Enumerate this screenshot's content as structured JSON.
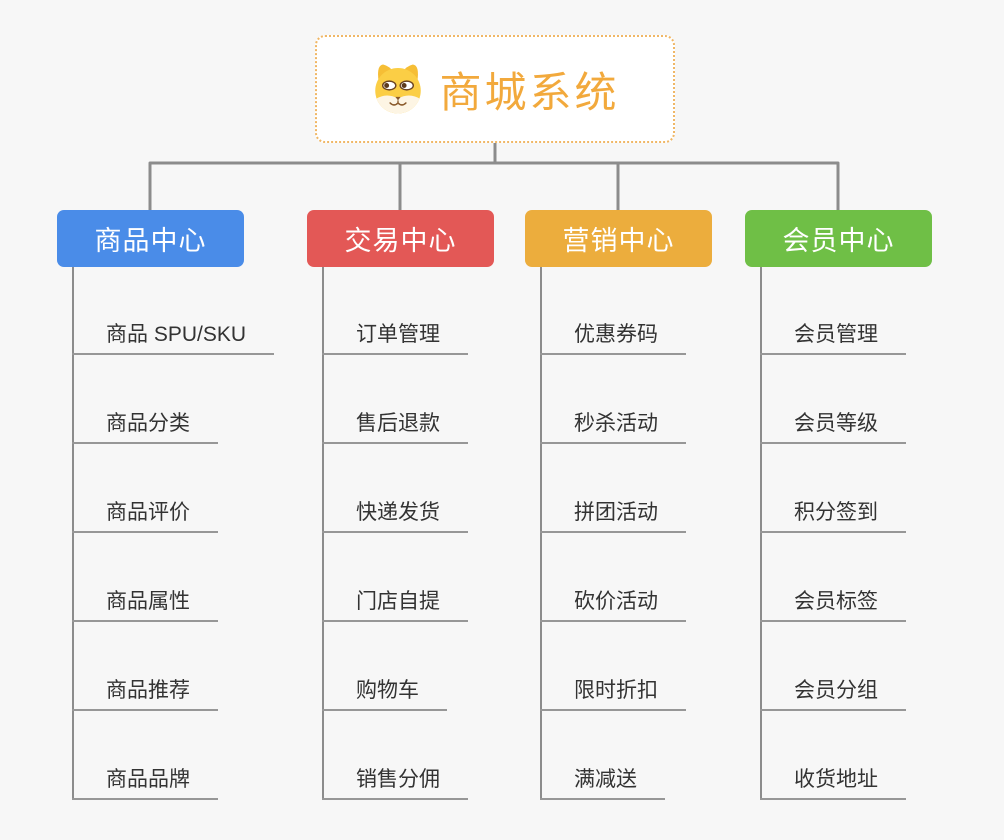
{
  "root": {
    "title": "商城系统",
    "icon": "dog-face-icon"
  },
  "colors": {
    "background": "#F7F7F7",
    "connector_line": "#8C8C8C",
    "item_underline": "#979797",
    "item_text": "#333333",
    "root_title": "#F2A93C",
    "root_border": "#F0B766",
    "node_text": "#FFFFFF"
  },
  "branches": [
    {
      "label": "商品中心",
      "color": "#4A8CE8",
      "items": [
        "商品 SPU/SKU",
        "商品分类",
        "商品评价",
        "商品属性",
        "商品推荐",
        "商品品牌"
      ]
    },
    {
      "label": "交易中心",
      "color": "#E35856",
      "items": [
        "订单管理",
        "售后退款",
        "快递发货",
        "门店自提",
        "购物车",
        "销售分佣"
      ]
    },
    {
      "label": "营销中心",
      "color": "#ECAD3D",
      "items": [
        "优惠券码",
        "秒杀活动",
        "拼团活动",
        "砍价活动",
        "限时折扣",
        "满减送"
      ]
    },
    {
      "label": "会员中心",
      "color": "#6FBF46",
      "items": [
        "会员管理",
        "会员等级",
        "积分签到",
        "会员标签",
        "会员分组",
        "收货地址"
      ]
    }
  ]
}
